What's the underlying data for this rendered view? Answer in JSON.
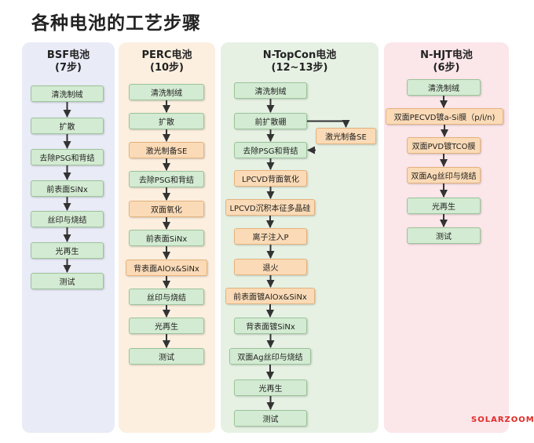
{
  "title": "各种电池的工艺步骤",
  "watermark": "SOLARZOOM",
  "columns": {
    "bsf": {
      "name": "BSF电池",
      "steps_count": "(7步)",
      "steps": [
        "清洗制绒",
        "扩散",
        "去除PSG和背结",
        "前表面SiNx",
        "丝印与烧结",
        "光再生",
        "测试"
      ]
    },
    "perc": {
      "name": "PERC电池",
      "steps_count": "(10步)",
      "steps": [
        "清洗制绒",
        "扩散",
        "激光制备SE",
        "去除PSG和背结",
        "双面氧化",
        "前表面SiNx",
        "背表面AlOx&SiNx",
        "丝印与烧结",
        "光再生",
        "测试"
      ]
    },
    "topcon": {
      "name": "N-TopCon电池",
      "steps_count": "(12~13步)",
      "steps": [
        "清洗制绒",
        "前扩散硼",
        "去除PSG和背结",
        "LPCVD背面氧化",
        "LPCVD沉积本征多晶硅",
        "离子注入P",
        "退火",
        "前表面镀AlOx&SiNx",
        "背表面镀SiNx",
        "双面Ag丝印与烧结",
        "光再生",
        "测试"
      ],
      "side_step": "激光制备SE"
    },
    "hjt": {
      "name": "N-HJT电池",
      "steps_count": "(6步)",
      "steps": [
        "清洗制绒",
        "双面PECVD镀a-Si膜（p/i/n)",
        "双面PVD镀TCO膜",
        "双面Ag丝印与烧结",
        "光再生",
        "测试"
      ]
    }
  },
  "colors": {
    "green_step": "#d3ebd2",
    "orange_step": "#fbdbb7",
    "arrow": "#333333"
  }
}
